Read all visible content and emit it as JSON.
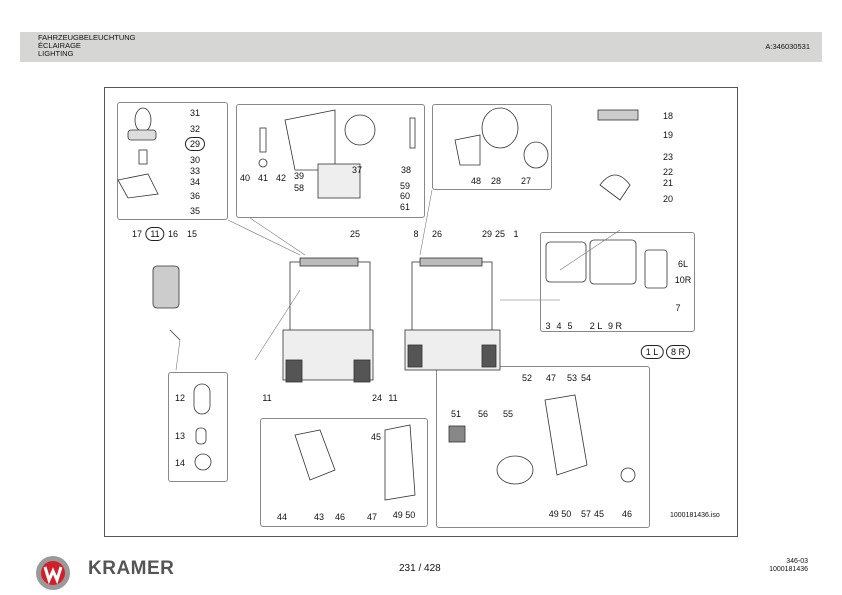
{
  "header": {
    "titles": [
      "FAHRZEUGBELEUCHTUNG",
      "ÉCLAIRAGE",
      "LIGHTING"
    ],
    "ref": "A:346030531"
  },
  "diagram": {
    "iso": "1000181436.iso",
    "callouts": [
      "31",
      "32",
      "29",
      "30",
      "33",
      "34",
      "36",
      "35",
      "40",
      "41",
      "42",
      "39",
      "58",
      "37",
      "38",
      "59",
      "60",
      "61",
      "48",
      "28",
      "27",
      "18",
      "19",
      "23",
      "22",
      "21",
      "20",
      "17",
      "11",
      "16",
      "15",
      "25",
      "8",
      "26",
      "29",
      "25",
      "1",
      "6L",
      "10R",
      "7",
      "3",
      "4",
      "5",
      "2 L",
      "9 R",
      "1 L",
      "8 R",
      "12",
      "13",
      "14",
      "11",
      "24",
      "11",
      "45",
      "44",
      "43",
      "46",
      "47",
      "49 50",
      "52",
      "47",
      "53",
      "54",
      "51",
      "56",
      "55",
      "49 50",
      "57",
      "45",
      "46"
    ]
  },
  "footer": {
    "brand": "KRAMER",
    "page": "231 / 428",
    "code1": "346-03",
    "code2": "1000181436"
  },
  "colors": {
    "header_bg": "#d6d6d4",
    "logo_red": "#d0202a"
  }
}
